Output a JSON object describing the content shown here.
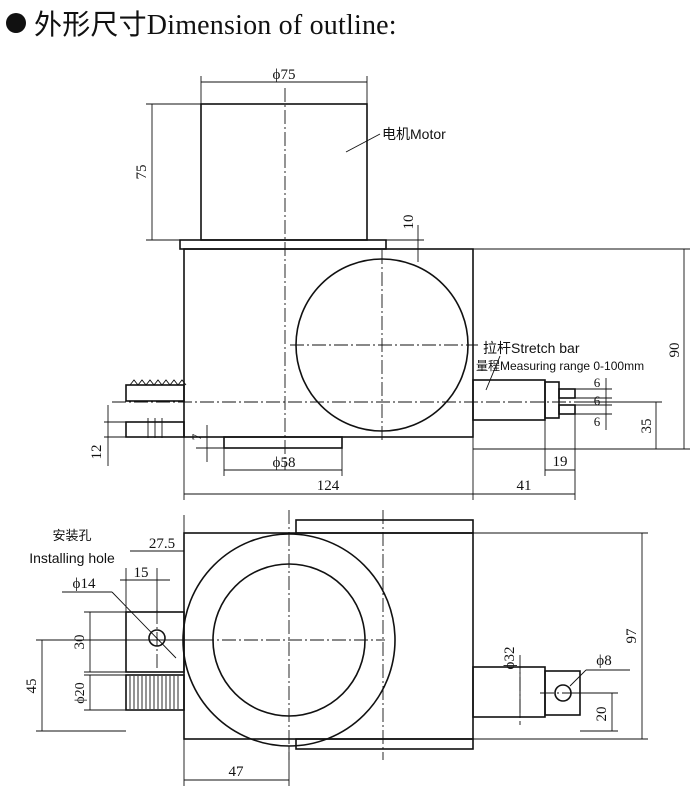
{
  "title": "外形尺寸Dimension of outline:",
  "labels": {
    "motor": "电机Motor",
    "stretch_bar": "拉杆Stretch bar",
    "measuring_range": "量程Measuring range 0-100mm",
    "installing_hole_cn": "安装孔",
    "installing_hole_en": "Installing hole"
  },
  "dimensions": {
    "top_view": {
      "motor_diameter": "ϕ75",
      "motor_height": "75",
      "flange": "10",
      "height": "90",
      "rod_6a": "6",
      "rod_6b": "6",
      "rod_6c": "6",
      "rod_35": "35",
      "gap_7": "7",
      "rack_12": "12",
      "base_diameter": "ϕ58",
      "rod_19": "19",
      "width_124": "124",
      "extend_41": "41"
    },
    "bottom_view": {
      "offset_27_5": "27.5",
      "offset_15": "15",
      "hole_diameter": "ϕ14",
      "dim_30": "30",
      "dim_45": "45",
      "dim_20_phi": "ϕ20",
      "rod_diameter": "ϕ32",
      "pin_diameter": "ϕ8",
      "dim_20": "20",
      "height_97": "97",
      "dim_47": "47"
    }
  }
}
